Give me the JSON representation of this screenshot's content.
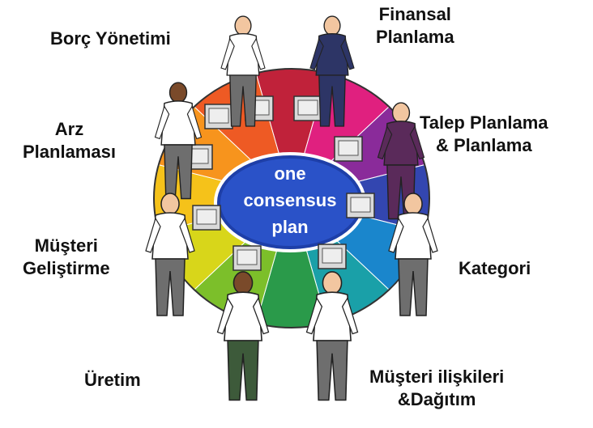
{
  "center": {
    "lines": [
      "one",
      "consensus",
      "plan"
    ]
  },
  "segment_colors": [
    "#c0223a",
    "#e0207f",
    "#8a2b9a",
    "#3346b0",
    "#1a86cc",
    "#1aa0a8",
    "#2a9a4a",
    "#7cbf2a",
    "#d8d61a",
    "#f5c21a",
    "#f7941d",
    "#ee5a24"
  ],
  "people_colors": {
    "skin": "#f2c6a0",
    "skin_dark": "#7a4a2a",
    "shirt": "#ffffff",
    "suit_navy": "#2d3566",
    "suit_plum": "#5a2a5a",
    "pants_gray": "#6e6e6e",
    "pants_green": "#3d5a3a",
    "monitor": "#d9d9d9"
  },
  "labels": {
    "borc": [
      "Borç Yönetimi"
    ],
    "finansal": [
      "Finansal",
      "Planlama"
    ],
    "talep": [
      "Talep Planlama",
      "& Planlama"
    ],
    "arz": [
      "Arz",
      "Planlaması"
    ],
    "musteri_gel": [
      "Müşteri",
      "Geliştirme"
    ],
    "kategori": [
      "Kategori"
    ],
    "uretim": [
      "Üretim"
    ],
    "musteri_ili": [
      "Müşteri ilişkileri",
      "&Dağıtım"
    ]
  }
}
